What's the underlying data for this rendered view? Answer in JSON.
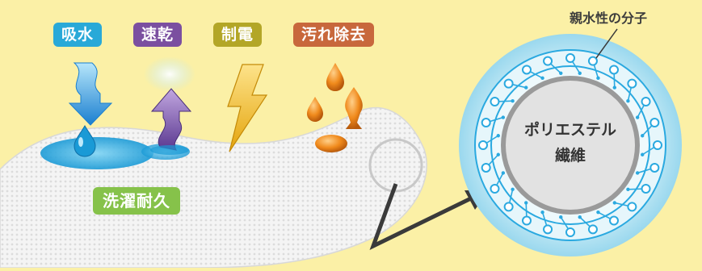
{
  "features": {
    "absorb": {
      "label": "吸水",
      "color": "#29a9d8"
    },
    "quickdry": {
      "label": "速乾",
      "color": "#7b4fa0"
    },
    "antistatic": {
      "label": "制電",
      "color": "#b3a627"
    },
    "stainrelease": {
      "label": "汚れ除去",
      "color": "#c8683c"
    }
  },
  "wash_durability": {
    "label": "洗濯耐久",
    "color": "#86c24a"
  },
  "molecule_callout": "親水性の分子",
  "fiber": {
    "line1": "ポリエステル",
    "line2": "繊維"
  },
  "colors": {
    "background": "#fbf0a6",
    "fabric": "#f4f4f4",
    "water": "#1a9ad6",
    "oil_drop": "#e07a1a",
    "lightning": "#f2c21a",
    "molecule_ring": "#2aa9e0",
    "fiber_core": "#e2e2e2"
  }
}
